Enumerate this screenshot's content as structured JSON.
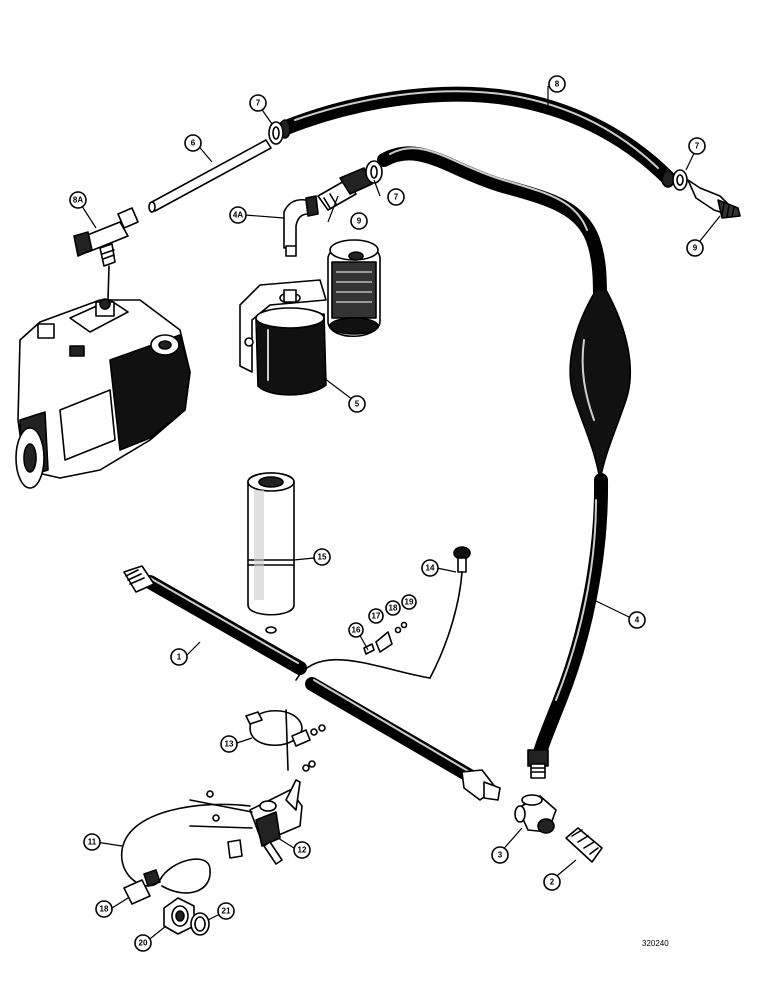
{
  "diagram": {
    "ref_code": "320240",
    "callouts": [
      {
        "id": "c1",
        "label": "1"
      },
      {
        "id": "c2",
        "label": "2"
      },
      {
        "id": "c3",
        "label": "3"
      },
      {
        "id": "c4",
        "label": "4"
      },
      {
        "id": "c4a",
        "label": "4A"
      },
      {
        "id": "c5",
        "label": "5"
      },
      {
        "id": "c6",
        "label": "6"
      },
      {
        "id": "c6b",
        "label": "6"
      },
      {
        "id": "c7a",
        "label": "7"
      },
      {
        "id": "c7b",
        "label": "7"
      },
      {
        "id": "c7c",
        "label": "7"
      },
      {
        "id": "c8a",
        "label": "8A"
      },
      {
        "id": "c9a",
        "label": "9"
      },
      {
        "id": "c9b",
        "label": "9"
      },
      {
        "id": "c11",
        "label": "11"
      },
      {
        "id": "c12",
        "label": "12"
      },
      {
        "id": "c13",
        "label": "13"
      },
      {
        "id": "c14",
        "label": "14"
      },
      {
        "id": "c15",
        "label": "15"
      },
      {
        "id": "c16",
        "label": "16"
      },
      {
        "id": "c17",
        "label": "17"
      },
      {
        "id": "c18",
        "label": "18"
      },
      {
        "id": "c19",
        "label": "19"
      },
      {
        "id": "c18b",
        "label": "18"
      },
      {
        "id": "c20",
        "label": "20"
      },
      {
        "id": "c21",
        "label": "21"
      }
    ]
  }
}
